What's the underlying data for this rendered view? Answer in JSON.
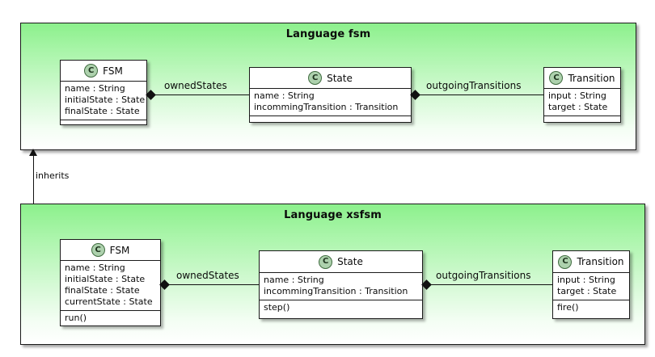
{
  "diagram": {
    "type": "uml-class-diagram",
    "inheritance": {
      "label": "inherits",
      "from_package": "Language xsfsm",
      "to_package": "Language fsm"
    },
    "packages": [
      {
        "id": "fsm",
        "title": "Language fsm",
        "classes": [
          {
            "id": "fsm-FSM",
            "name": "FSM",
            "stereotype_icon": "class-circle-icon",
            "stereotype_letter": "C",
            "attributes": [
              "name : String",
              "initialState : State",
              "finalState : State"
            ],
            "operations": []
          },
          {
            "id": "fsm-State",
            "name": "State",
            "stereotype_icon": "class-circle-icon",
            "stereotype_letter": "C",
            "attributes": [
              "name : String",
              "incommingTransition : Transition"
            ],
            "operations": []
          },
          {
            "id": "fsm-Transition",
            "name": "Transition",
            "stereotype_icon": "class-circle-icon",
            "stereotype_letter": "C",
            "attributes": [
              "input : String",
              "target : State"
            ],
            "operations": []
          }
        ],
        "associations": [
          {
            "label": "ownedStates",
            "source": "FSM",
            "target": "State",
            "kind": "composition"
          },
          {
            "label": "outgoingTransitions",
            "source": "State",
            "target": "Transition",
            "kind": "composition"
          }
        ]
      },
      {
        "id": "xsfsm",
        "title": "Language xsfsm",
        "classes": [
          {
            "id": "xsfsm-FSM",
            "name": "FSM",
            "stereotype_icon": "class-circle-icon",
            "stereotype_letter": "C",
            "attributes": [
              "name : String",
              "initialState : State",
              "finalState : State",
              "currentState : State"
            ],
            "operations": [
              "run()"
            ]
          },
          {
            "id": "xsfsm-State",
            "name": "State",
            "stereotype_icon": "class-circle-icon",
            "stereotype_letter": "C",
            "attributes": [
              "name : String",
              "incommingTransition : Transition"
            ],
            "operations": [
              "step()"
            ]
          },
          {
            "id": "xsfsm-Transition",
            "name": "Transition",
            "stereotype_icon": "class-circle-icon",
            "stereotype_letter": "C",
            "attributes": [
              "input : String",
              "target : State"
            ],
            "operations": [
              "fire()"
            ]
          }
        ],
        "associations": [
          {
            "label": "ownedStates",
            "source": "FSM",
            "target": "State",
            "kind": "composition"
          },
          {
            "label": "outgoingTransitions",
            "source": "State",
            "target": "Transition",
            "kind": "composition"
          }
        ]
      }
    ]
  },
  "colors": {
    "package_fill_top": "#8cf08c",
    "package_fill_bottom": "#ffffff",
    "class_fill": "#ffffff",
    "stroke": "#1a1a1a",
    "icon_fill": "#add1ad",
    "icon_stroke": "#3f6b3f"
  }
}
